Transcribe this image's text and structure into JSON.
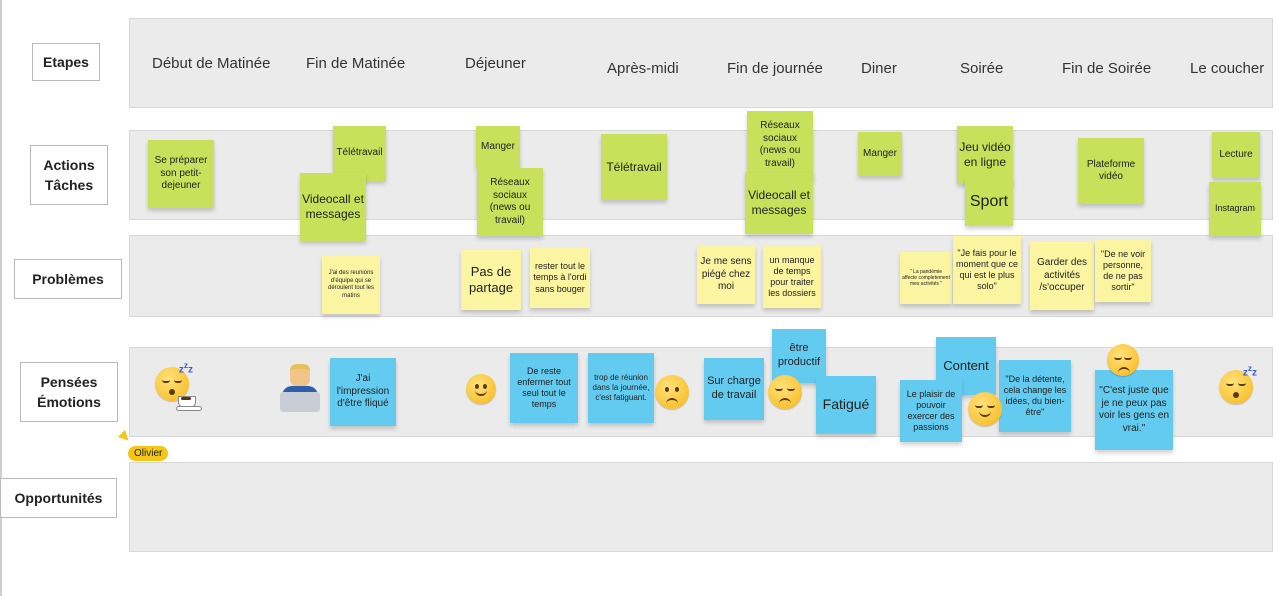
{
  "rows": {
    "etapes": "Etapes",
    "actions": "Actions\nTâches",
    "problemes": "Problèmes",
    "pensees": "Pensées\nÉmotions",
    "opportunites": "Opportunités"
  },
  "stages": [
    "Début de Matinée",
    "Fin de Matinée",
    "Déjeuner",
    "Après-midi",
    "Fin de journée",
    "Diner",
    "Soirée",
    "Fin de Soirée",
    "Le coucher"
  ],
  "notes": [
    {
      "text": "Se préparer son petit-dejeuner",
      "color": "green"
    },
    {
      "text": "Télétravail",
      "color": "green"
    },
    {
      "text": "Videocall et messages",
      "color": "green"
    },
    {
      "text": "Manger",
      "color": "green"
    },
    {
      "text": "Réseaux sociaux (news ou travail)",
      "color": "green"
    },
    {
      "text": "Télétravail",
      "color": "green"
    },
    {
      "text": "Réseaux sociaux (news ou travail)",
      "color": "green"
    },
    {
      "text": "Videocall et messages",
      "color": "green"
    },
    {
      "text": "Manger",
      "color": "green"
    },
    {
      "text": "Jeu vidéo en ligne",
      "color": "green"
    },
    {
      "text": "Sport",
      "color": "green"
    },
    {
      "text": "Plateforme vidéo",
      "color": "green"
    },
    {
      "text": "Lecture",
      "color": "green"
    },
    {
      "text": "Instagram",
      "color": "green"
    },
    {
      "text": "J'ai des reunions d'équipe qui se déroulent tout les matins",
      "color": "yellow"
    },
    {
      "text": "Pas de partage",
      "color": "yellow"
    },
    {
      "text": "rester tout le temps à l'ordi sans bouger",
      "color": "yellow"
    },
    {
      "text": "Je me sens piégé chez moi",
      "color": "yellow"
    },
    {
      "text": "un manque de temps pour traiter les dossiers",
      "color": "yellow"
    },
    {
      "text": "\" La pandémie affecte completement mes activités \"",
      "color": "yellow"
    },
    {
      "text": "\"Je fais pour le moment que ce qui est le plus solo\"",
      "color": "yellow"
    },
    {
      "text": "Garder des activités /s'occuper",
      "color": "yellow"
    },
    {
      "text": "\"De ne voir personne, de ne pas sortir\"",
      "color": "yellow"
    },
    {
      "text": "J'ai l'impression d'être fliqué",
      "color": "blue"
    },
    {
      "text": "De reste enfermer tout seul tout le temps",
      "color": "blue"
    },
    {
      "text": "trop de réunion dans la journée, c'est fatiguant.",
      "color": "blue"
    },
    {
      "text": "Sur charge de travail",
      "color": "blue"
    },
    {
      "text": "être productif",
      "color": "blue"
    },
    {
      "text": "Fatigué",
      "color": "blue"
    },
    {
      "text": "Content",
      "color": "blue"
    },
    {
      "text": "Le plaisir de pouvoir exercer des passions",
      "color": "blue"
    },
    {
      "text": "\"De la détente, cela change les idées, du bien-être\"",
      "color": "blue"
    },
    {
      "text": "\"C'est juste que je ne peux pas voir les gens en vrai.\"",
      "color": "blue"
    }
  ],
  "emojis": [
    "sleepy-coffee",
    "laptop-person",
    "smile",
    "frown",
    "pensive",
    "relieved",
    "pensive",
    "sleepy"
  ],
  "cursor_label": "Olivier"
}
